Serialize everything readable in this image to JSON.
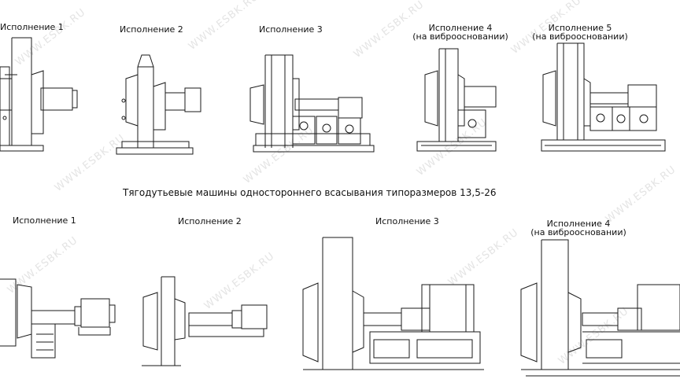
{
  "watermark": "WWW.ESBK.RU",
  "section1": {
    "variants": [
      {
        "label": "Исполнение 1"
      },
      {
        "label": "Исполнение 2"
      },
      {
        "label": "Исполнение 3"
      },
      {
        "label": "Исполнение 4",
        "sub": "(на виброосновании)"
      },
      {
        "label": "Исполнение 5",
        "sub": "(на виброосновании)"
      }
    ]
  },
  "section2": {
    "title": "Тягодутьевые машины одностороннего всасывания типоразмеров 13,5-26",
    "variants": [
      {
        "label": "Исполнение 1"
      },
      {
        "label": "Исполнение 2"
      },
      {
        "label": "Исполнение 3"
      },
      {
        "label": "Исполнение 4",
        "sub": "(на виброосновании)"
      }
    ]
  }
}
